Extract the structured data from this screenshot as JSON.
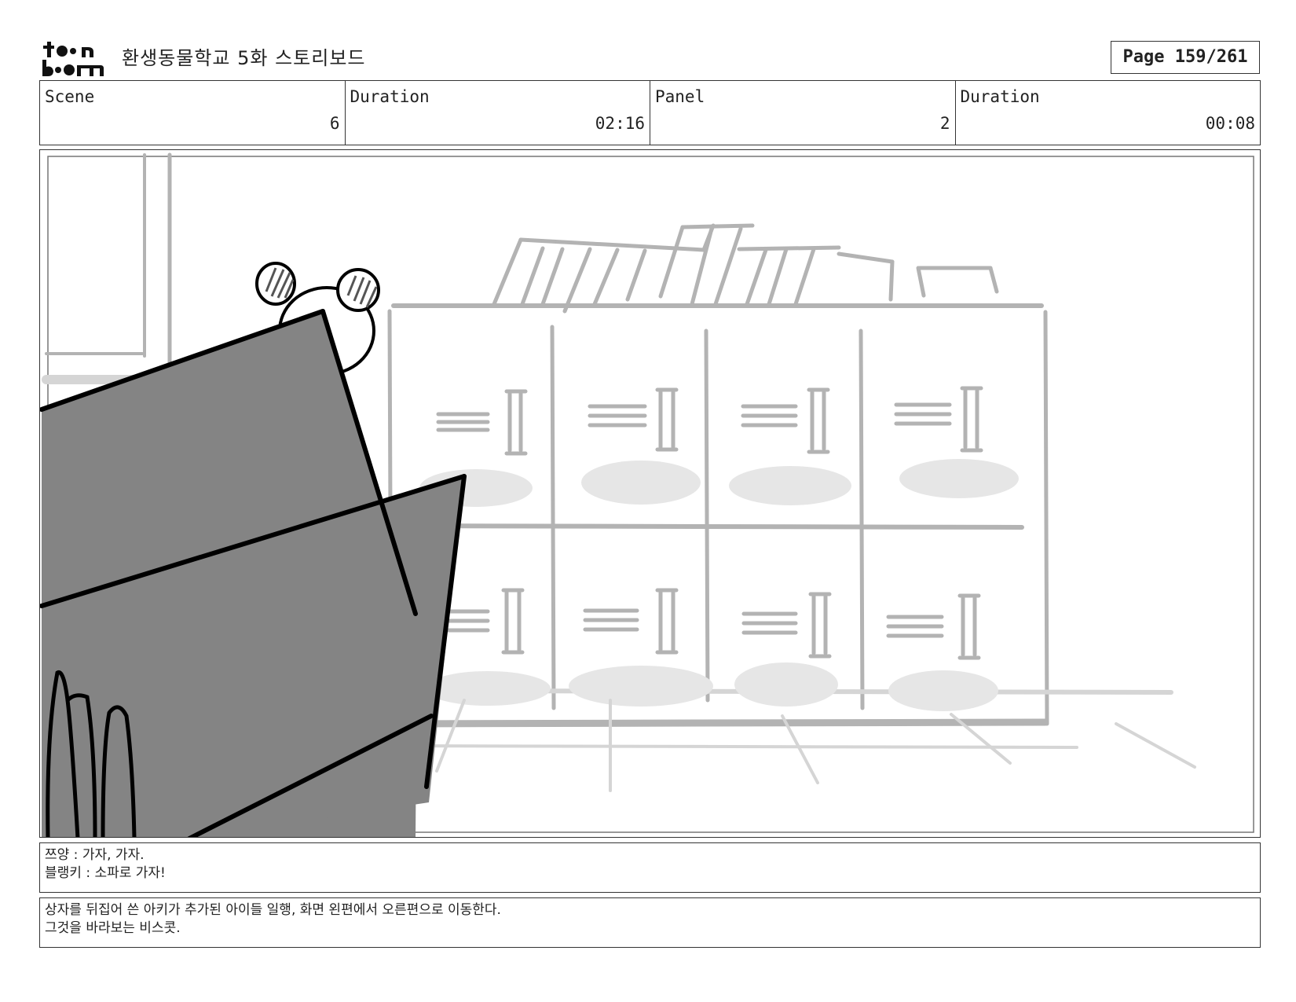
{
  "header": {
    "logo_text": "toon boom",
    "title": "환생동물학교 5화 스토리보드",
    "page": "Page 159/261"
  },
  "info": {
    "scene_label": "Scene",
    "scene_value": "6",
    "scene_duration_label": "Duration",
    "scene_duration_value": "02:16",
    "panel_label": "Panel",
    "panel_value": "2",
    "panel_duration_label": "Duration",
    "panel_duration_value": "00:08"
  },
  "dialog": {
    "lines": [
      "쯔양 : 가자, 가자.",
      "블랭키 : 소파로 가자!"
    ]
  },
  "action": {
    "lines": [
      "상자를 뒤집어 쓴 아키가 추가된 아이들 일행, 화면 왼편에서 오른편으로 이동한다.",
      "그것을 바라보는 비스콧."
    ]
  },
  "colors": {
    "sketch_gray": "#b3b3b3",
    "box_fill": "#848484",
    "shadow_gray": "#e6e6e6",
    "ink": "#000000"
  }
}
